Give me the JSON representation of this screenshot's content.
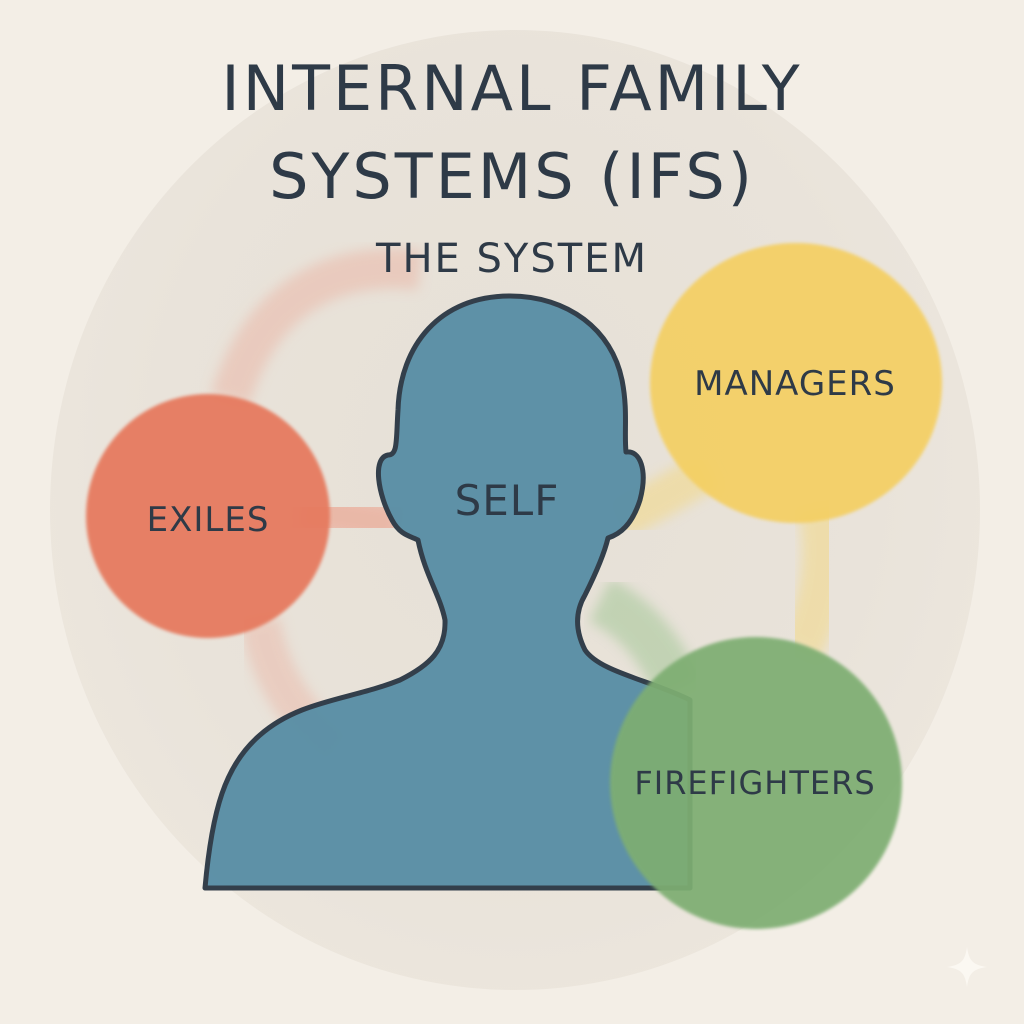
{
  "diagram": {
    "title_line1": "INTERNAL FAMILY",
    "title_line2": "SYSTEMS (IFS)",
    "subtitle": "THE SYSTEM",
    "center": {
      "label": "SELF",
      "color": "#5a8fa6",
      "outline": "#2e3a47"
    },
    "parts": [
      {
        "label": "EXILES",
        "color": "#e67a5f"
      },
      {
        "label": "MANAGERS",
        "color": "#f4cf62"
      },
      {
        "label": "FIREFIGHTERS",
        "color": "#7eae72"
      }
    ],
    "background_color": "#f3eee6",
    "text_color": "#2e3a47",
    "watermark_icon": "sparkle-icon"
  }
}
